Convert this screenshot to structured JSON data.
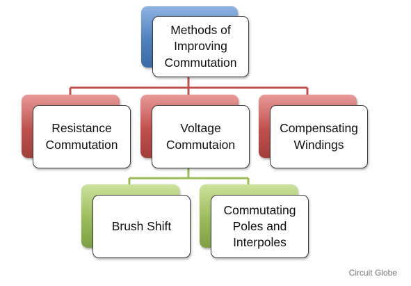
{
  "diagram": {
    "root": "Methods of\nImproving\nCommutation",
    "level1": [
      "Resistance\nCommutation",
      "Voltage\nCommutaion",
      "Compensating\nWindings"
    ],
    "level2": [
      "Brush Shift",
      "Commutating\nPoles and\nInterpoles"
    ]
  },
  "colors": {
    "root": "#4f81bd",
    "level1": "#c0504d",
    "level2": "#9bbb59",
    "root_connector": "#c0504d",
    "child_connector": "#9bbb59"
  },
  "watermark": "Circuit Globe"
}
